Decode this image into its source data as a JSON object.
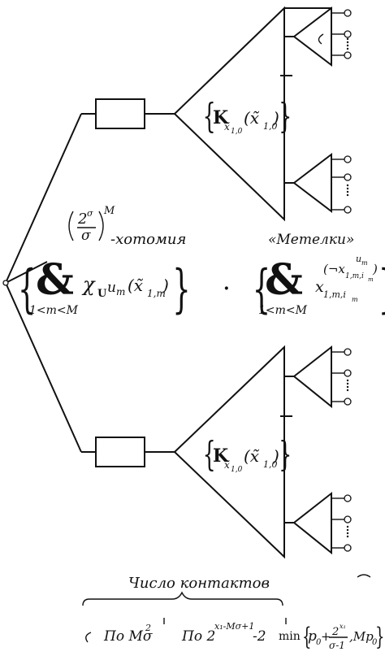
{
  "upper_block": {
    "func": "K",
    "func_sub": "x̃",
    "func_subsub": "1,0",
    "arg": "(x̃",
    "arg_sub": "1,0",
    "arg_close": ")"
  },
  "lower_block": {
    "func": "K",
    "func_sub": "x̃",
    "func_subsub": "1,0",
    "arg": "(x̃",
    "arg_sub": "1,0",
    "arg_close": ")"
  },
  "chotomy": {
    "num": "2",
    "num_sup": "σ",
    "den": "σ",
    "exp": "M",
    "suffix": "-хотомия"
  },
  "brooms_label": "«Метелки»",
  "left_conj": {
    "symbol": "&",
    "range": "1<m<M",
    "chi": "χ",
    "cup": "U",
    "u": "u",
    "u_sub": "m",
    "arg": "(x̃",
    "arg_sub": "1,m",
    "arg_close": ")"
  },
  "separator": "·",
  "right_conj": {
    "symbol": "&",
    "range": "1<m<M",
    "x": "x",
    "x_sub": "1,m,i",
    "x_subsub": "m",
    "sup_open": "(¬x",
    "sup_sub": "1,m,i",
    "sup_subsub": "m",
    "sup_close": ")",
    "sup_exp": "u",
    "sup_exp_sub": "m"
  },
  "footer": {
    "title": "Число  контактов",
    "col1": "По Mσ",
    "col1_sup": "2",
    "col2_prefix": "По 2",
    "col2_sup": "x₁-Mσ+1",
    "col2_suffix": "-2",
    "col3_min": "min",
    "col3_p": "p",
    "col3_p_sub": "0",
    "col3_plus": "+",
    "col3_frac_num": "2",
    "col3_frac_num_sup": "x₁",
    "col3_frac_den": "σ-1",
    "col3_comma": ",Mp",
    "col3_comma_sub": "0"
  }
}
